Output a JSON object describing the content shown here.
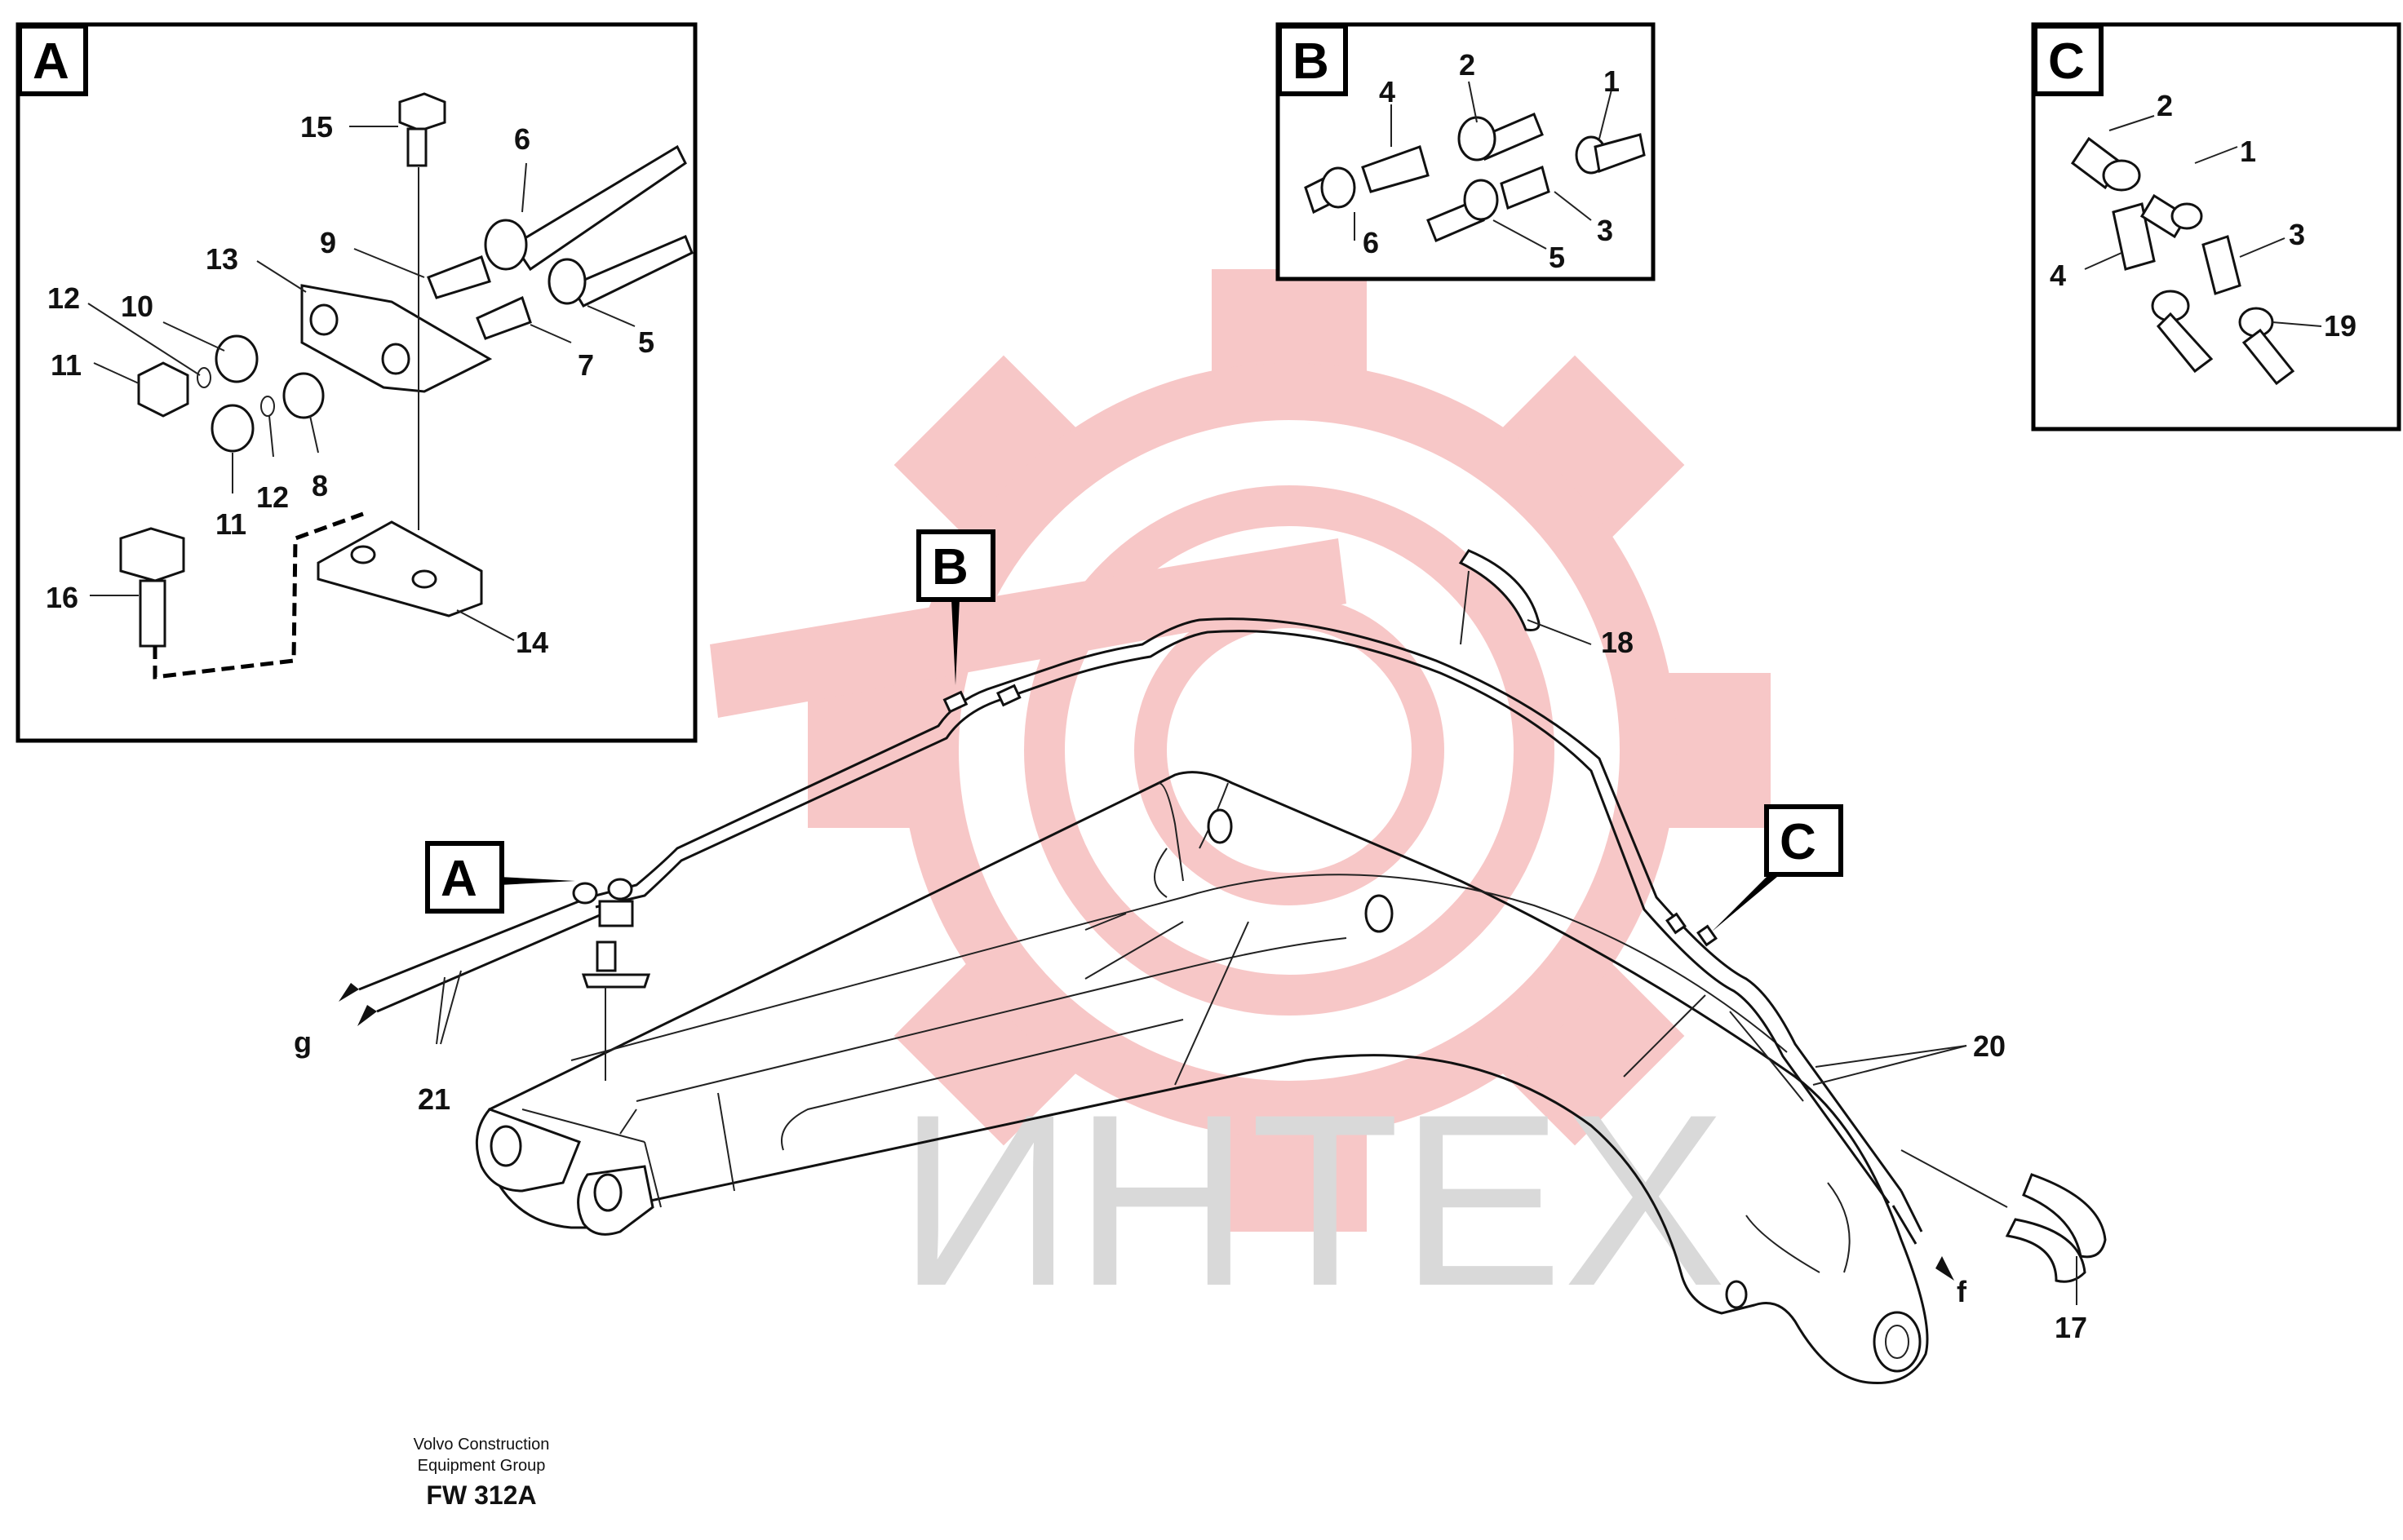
{
  "watermark": {
    "text": "ИНТЕХ",
    "gear_color": "#f5b5b5",
    "text_color": "#d9d9d9"
  },
  "detail_boxes": [
    {
      "id": "A",
      "label": "A"
    },
    {
      "id": "B",
      "label": "B"
    },
    {
      "id": "C",
      "label": "C"
    }
  ],
  "callouts": [
    {
      "id": "A",
      "label": "A"
    },
    {
      "id": "B",
      "label": "B"
    },
    {
      "id": "C",
      "label": "C"
    }
  ],
  "part_numbers": {
    "A": [
      "15",
      "6",
      "9",
      "13",
      "12",
      "10",
      "11",
      "7",
      "5",
      "11",
      "12",
      "8",
      "16",
      "14"
    ],
    "B": [
      "4",
      "2",
      "1",
      "6",
      "5",
      "3"
    ],
    "C": [
      "2",
      "1",
      "3",
      "4",
      "19"
    ],
    "main": [
      "18",
      "20",
      "21",
      "17"
    ]
  },
  "direction_labels": {
    "g": "g",
    "f": "f"
  },
  "footer": {
    "company_line1": "Volvo Construction",
    "company_line2": "Equipment Group",
    "drawing_code": "FW 312A"
  }
}
